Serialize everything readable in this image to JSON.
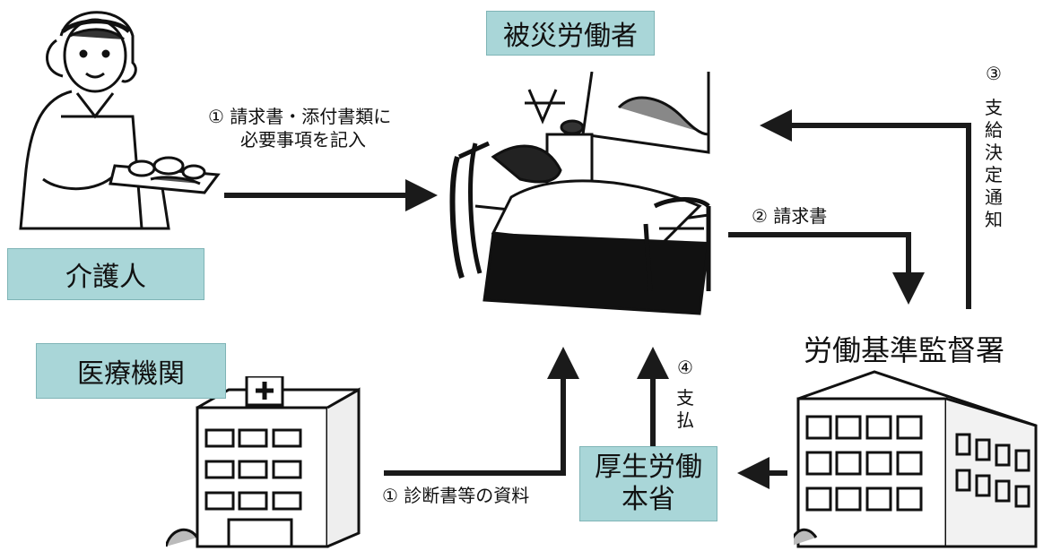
{
  "nodes": {
    "worker": "被災労働者",
    "caregiver": "介護人",
    "medical": "医療機関",
    "ministry_line1": "厚生労働",
    "ministry_line2": "本省",
    "office": "労働基準監督署"
  },
  "edges": {
    "caregiver_num": "①",
    "caregiver_line1": "請求書・添付書類に",
    "caregiver_line2": "必要事項を記入",
    "medical": "① 診断書等の資料",
    "claim": "② 請求書",
    "decision_num": "③",
    "decision_chars": [
      "支",
      "給",
      "決",
      "定",
      "通",
      "知"
    ],
    "payment_num": "④",
    "payment_chars": [
      "支",
      "払"
    ]
  },
  "colors": {
    "box_fill": "#a9d6d8",
    "arrow": "#1a1a1a"
  }
}
